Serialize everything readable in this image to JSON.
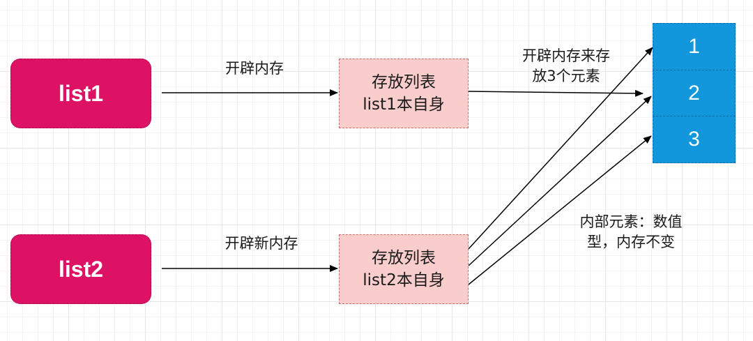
{
  "variables": {
    "list1": "list1",
    "list2": "list2"
  },
  "list_objects": {
    "list1_box": {
      "line1": "存放列表",
      "line2": "list1本自身"
    },
    "list2_box": {
      "line1": "存放列表",
      "line2": "list2本自身"
    }
  },
  "elements": [
    "1",
    "2",
    "3"
  ],
  "labels": {
    "alloc1": "开辟内存",
    "alloc2": "开辟新内存",
    "alloc_elements": {
      "line1": "开辟内存来存",
      "line2": "放3个元素"
    },
    "note": {
      "line1": "内部元素：数值",
      "line2": "型，内存不变"
    }
  },
  "colors": {
    "variable": "#dd1265",
    "list_box": "#f9cdcc",
    "element": "#1297dc",
    "arrow": "#000000"
  }
}
